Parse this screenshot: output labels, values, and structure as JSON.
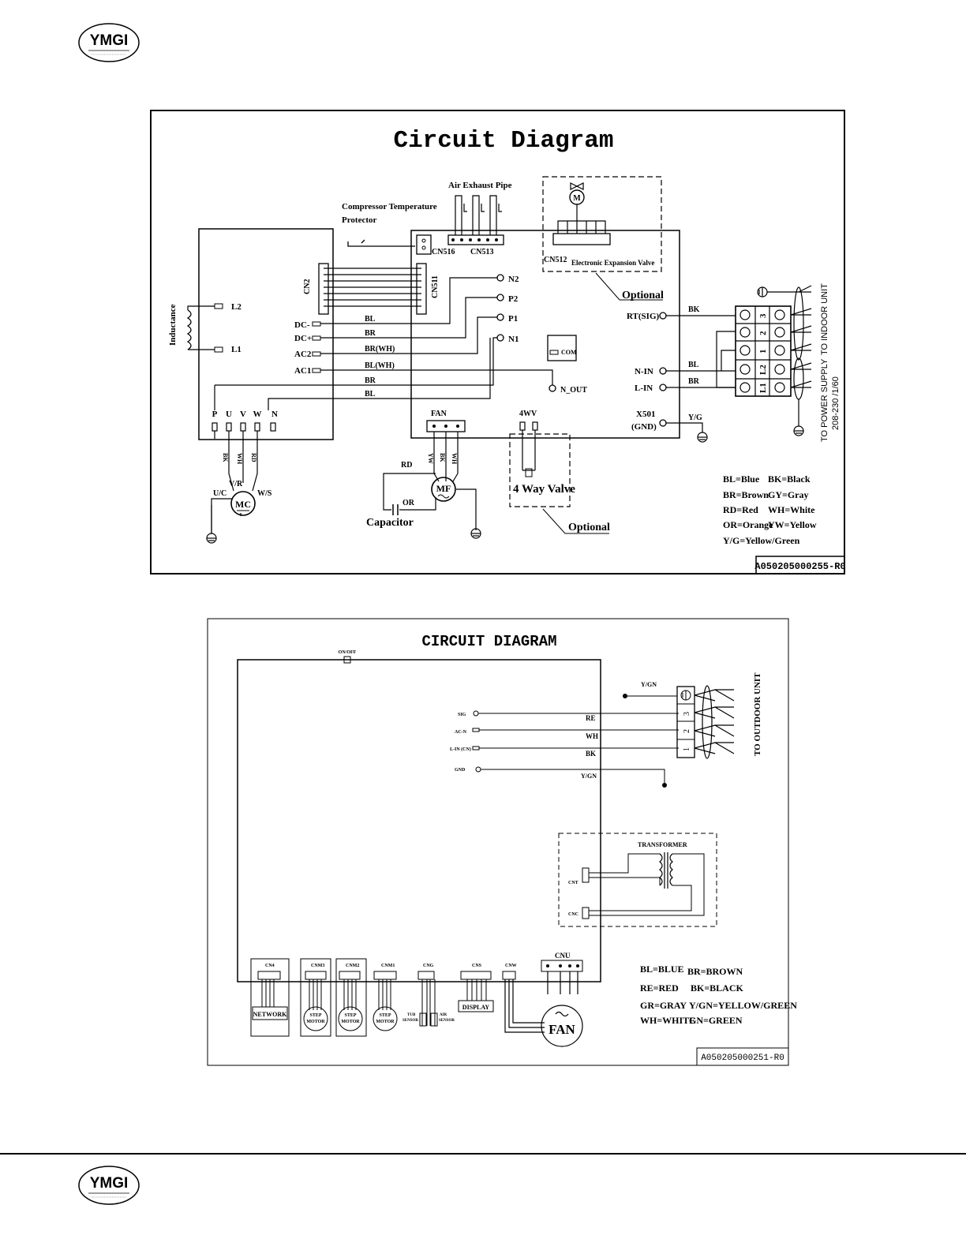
{
  "header": {
    "logo_text": "YMGI"
  },
  "footer": {
    "logo_text": "YMGI"
  },
  "diagram1": {
    "title": "Circuit Diagram",
    "labels": {
      "comp_temp_1": "Compressor Temperature",
      "comp_temp_2": "Protector",
      "air_exhaust": "Air Exhaust Pipe",
      "cn516": "CN516",
      "cn513": "CN513",
      "cn512": "CN512",
      "eev": "Electronic Expansion Valve",
      "optional_top": "Optional",
      "optional_bottom": "Optional",
      "cn2": "CN2",
      "cn511": "CN511",
      "inductance": "Inductance",
      "l2": "L2",
      "l1": "L1",
      "dcm": "DC-",
      "dcp": "DC+",
      "ac2": "AC2",
      "ac1": "AC1",
      "n2": "N2",
      "p2": "P2",
      "p1": "P1",
      "n1": "N1",
      "com": "COM",
      "nout": "N_OUT",
      "p": "P",
      "u": "U",
      "v": "V",
      "w": "W",
      "n": "N",
      "fan": "FAN",
      "fwv": "4WV",
      "four_way_valve": "4 Way Valve",
      "rt_sig": "RT(SIG)",
      "n_in": "N-IN",
      "l_in": "L-IN",
      "x501": "X501",
      "gnd": "(GND)",
      "wire_bk": "BK",
      "wire_bl": "BL",
      "wire_br": "BR",
      "wire_yg": "Y/G",
      "wire_bl_l": "BL",
      "wire_br_l": "BR",
      "wire_brwh": "BR(WH)",
      "wire_blwh": "BL(WH)",
      "wire_br2": "BR",
      "wire_bl2": "BL",
      "mc": "MC",
      "uc": "U/C",
      "vr": "V/R",
      "ws": "W/S",
      "mc_bk": "BK",
      "mc_wh": "WH",
      "mc_rd": "RD",
      "mf": "MF",
      "rd": "RD",
      "or": "OR",
      "capacitor": "Capacitor",
      "fan_yw": "YW",
      "fan_bk": "BK",
      "fan_wh": "WH",
      "term_3": "3",
      "term_2": "2",
      "term_1": "1",
      "term_l2": "L2",
      "term_l1": "L1",
      "to_indoor": "TO INDOOR UNIT",
      "to_power": "TO POWER SUPPLY",
      "power_spec": "208-230 /1/60",
      "code": "A050205000255-R0"
    },
    "legend": [
      [
        "BL=Blue",
        "BK=Black"
      ],
      [
        "BR=Brown",
        "GY=Gray"
      ],
      [
        "RD=Red",
        "WH=White"
      ],
      [
        "OR=Orange",
        "YW=Yellow"
      ],
      [
        "Y/G=Yellow/Green",
        ""
      ]
    ]
  },
  "diagram2": {
    "title": "CIRCUIT DIAGRAM",
    "labels": {
      "onoff": "ON/OFF",
      "sig": "SIG",
      "acn": "AC-N",
      "lin": "L-IN (CN)",
      "gnd": "GND",
      "re": "RE",
      "wh": "WH",
      "bk": "BK",
      "yg": "Y/GN",
      "yg_top": "Y/GN",
      "t3": "3",
      "t2": "2",
      "t1": "1",
      "to_outdoor": "TO OUTDOOR UNIT",
      "transformer": "TRANSFORMER",
      "cnt": "CNT",
      "cnc": "CNC",
      "cn4": "CN4",
      "cnm3": "CNM3",
      "cnm2": "CNM2",
      "cnm1": "CNM1",
      "cn_t": "CNG",
      "cn_d": "CNS",
      "cnw": "CNW",
      "cnu": "CNU",
      "network": "NETWORK",
      "step1": "STEP",
      "step2": "STEP",
      "step3": "STEP",
      "motor1": "MOTOR",
      "motor2": "MOTOR",
      "motor3": "MOTOR",
      "tub": "TUB",
      "sensor1": "SENSOR",
      "air": "AIR",
      "sensor2": "SENSOR",
      "display": "DISPLAY",
      "fan": "FAN",
      "code": "A050205000251-R0"
    },
    "legend": [
      [
        "BL=BLUE",
        "BR=BROWN"
      ],
      [
        "RE=RED",
        "BK=BLACK"
      ],
      [
        "GR=GRAY",
        "Y/GN=YELLOW/GREEN"
      ],
      [
        "WH=WHITE",
        "GN=GREEN"
      ]
    ]
  }
}
